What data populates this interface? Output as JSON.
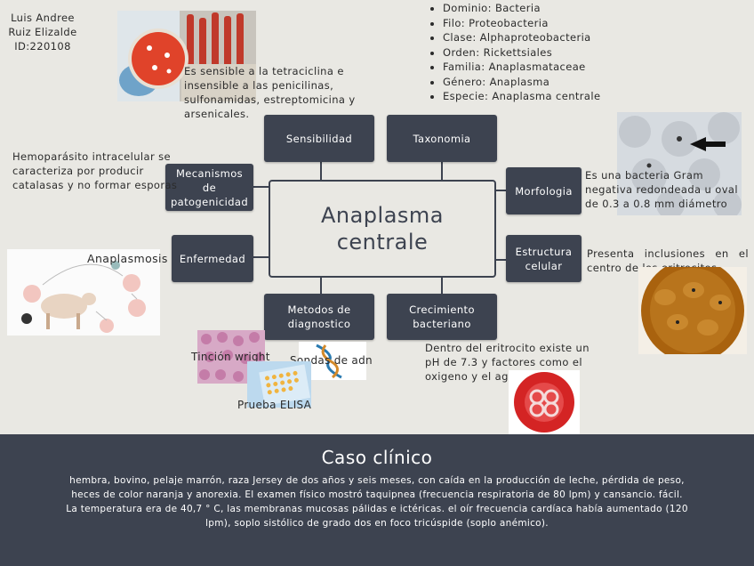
{
  "author": {
    "line1": "Luis Andree",
    "line2": "Ruiz Elizalde",
    "line3": "ID:220108"
  },
  "taxonomy_list": [
    "Dominio: Bacteria",
    "Filo: Proteobacteria",
    "Clase: Alphaproteobacteria",
    "Orden: Rickettsiales",
    "Familia: Anaplasmataceae",
    "Género: Anaplasma",
    "Especie: Anaplasma centrale"
  ],
  "center": {
    "line1": "Anaplasma",
    "line2": "centrale"
  },
  "nodes": {
    "sensibilidad": "Sensibilidad",
    "taxonomia": "Taxonomia",
    "mecanismos": "Mecanismos de patogenicidad",
    "morfologia": "Morfologia",
    "enfermedad": "Enfermedad",
    "estructura": "Estructura celular",
    "metodos": "Metodos de diagnostico",
    "crecimiento": "Crecimiento bacteriano"
  },
  "notes": {
    "sensibilidad": "Es sensible a la tetraciclina e insensible a las penicilinas, sulfonamidas, estreptomicina y arsenicales.",
    "mecanismos": "Hemoparásito intracelular se caracteriza por producir catalasas y no formar esporas",
    "morfologia": "Es una bacteria Gram negativa redondeada u oval de 0.3 a 0.8 mm diámetro",
    "enfermedad": "Anaplasmosis",
    "estructura": "Presenta inclusiones en el centro de los eritrocitos",
    "crecimiento": "Dentro del eritrocito existe un pH de 7.3 y factores como el oxigeno y el agua",
    "tincion": "Tinción wright",
    "sondas": "Sondas de adn",
    "elisa": "Prueba ELISA"
  },
  "caso": {
    "title": "Caso clínico",
    "body": "hembra, bovino, pelaje marrón, raza Jersey de dos años y seis meses, con caída en la producción de leche, pérdida de peso, heces de color naranja y anorexia. El examen físico mostró taquipnea (frecuencia respiratoria de 80 lpm) y cansancio. fácil. La temperatura era de 40,7 ° C, las membranas mucosas pálidas e ictéricas. el oír frecuencia cardíaca había aumentado (120 lpm), soplo sistólico de grado dos en foco tricúspide (soplo anémico)."
  },
  "colors": {
    "node_bg": "#3d4350",
    "page_bg": "#e9e8e3",
    "footer_bg": "#3d4350"
  }
}
